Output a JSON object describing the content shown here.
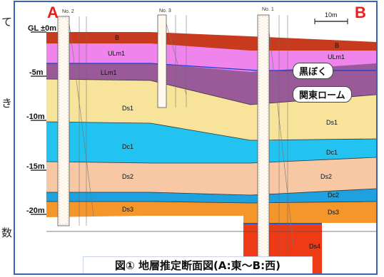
{
  "figure": {
    "caption": "図① 地層推定断面図(A:東〜B:西)",
    "point_a": "A",
    "point_b": "B",
    "scale_label": "10m",
    "borehole_labels": [
      "No. 2",
      "No. 3",
      "No. 1"
    ],
    "depth_labels": [
      "GL ±0m",
      "-5m",
      "-10m",
      "-15m",
      "-20m"
    ],
    "callouts": [
      "黒ぼく",
      "関東ローム"
    ],
    "layers": [
      {
        "code": "B",
        "label": "B",
        "color": "#c83a1e"
      },
      {
        "code": "ULm1",
        "label": "ULm1",
        "color": "#ee84ec"
      },
      {
        "code": "LLm1",
        "label": "LLm1",
        "color": "#9a5a9a"
      },
      {
        "code": "Ds1",
        "label": "Ds1",
        "color": "#f8e39a"
      },
      {
        "code": "Dc1",
        "label": "Dc1",
        "color": "#22c3f0"
      },
      {
        "code": "Ds2",
        "label": "Ds2",
        "color": "#f7c8a3"
      },
      {
        "code": "Dc2",
        "label": "Dc2",
        "color": "#1da1df"
      },
      {
        "code": "Ds3",
        "label": "Ds3",
        "color": "#f5962a"
      },
      {
        "code": "Ds4",
        "label": "Ds4",
        "color": "#ee3b16"
      }
    ],
    "left_edge_text": [
      "て",
      "き",
      "数"
    ]
  }
}
